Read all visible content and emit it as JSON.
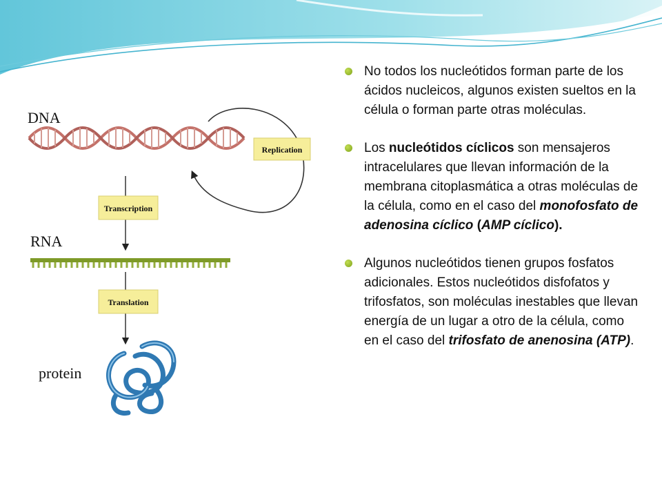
{
  "colors": {
    "accent_wave": "#7fd3e2",
    "bullet": "#93b524",
    "step_box": "#f6ee9a",
    "dna_strand": "#c4726a",
    "rna_strand": "#7e9a28",
    "protein": "#2f79b3"
  },
  "figure": {
    "dna_label": "DNA",
    "rna_label": "RNA",
    "protein_label": "protein",
    "replication": "Replication",
    "transcription": "Transcription",
    "translation": "Translation"
  },
  "bullets": [
    {
      "text": "No todos los nucleótidos forman parte de los ácidos nucleicos, algunos existen sueltos en la célula o forman parte otras moléculas."
    },
    {
      "pre": "Los ",
      "bold": "nucleótidos cíclicos",
      "mid": " son mensajeros intracelulares que llevan información de la membrana citoplasmática a otras moléculas de la célula, como en el caso del ",
      "bold_italic": "monofosfato de adenosina cíclico",
      "open_paren": "(",
      "bold_italic_2": "AMP cíclico",
      "close": ")."
    },
    {
      "pre": "Algunos nucleótidos tienen grupos fosfatos adicionales.  Estos nucleótidos disfofatos y trifosfatos, son moléculas inestables que llevan energía de un lugar a otro de la célula, como en el caso del ",
      "bold_italic": "trifosfato de anenosina (ATP)",
      "close": "."
    }
  ]
}
